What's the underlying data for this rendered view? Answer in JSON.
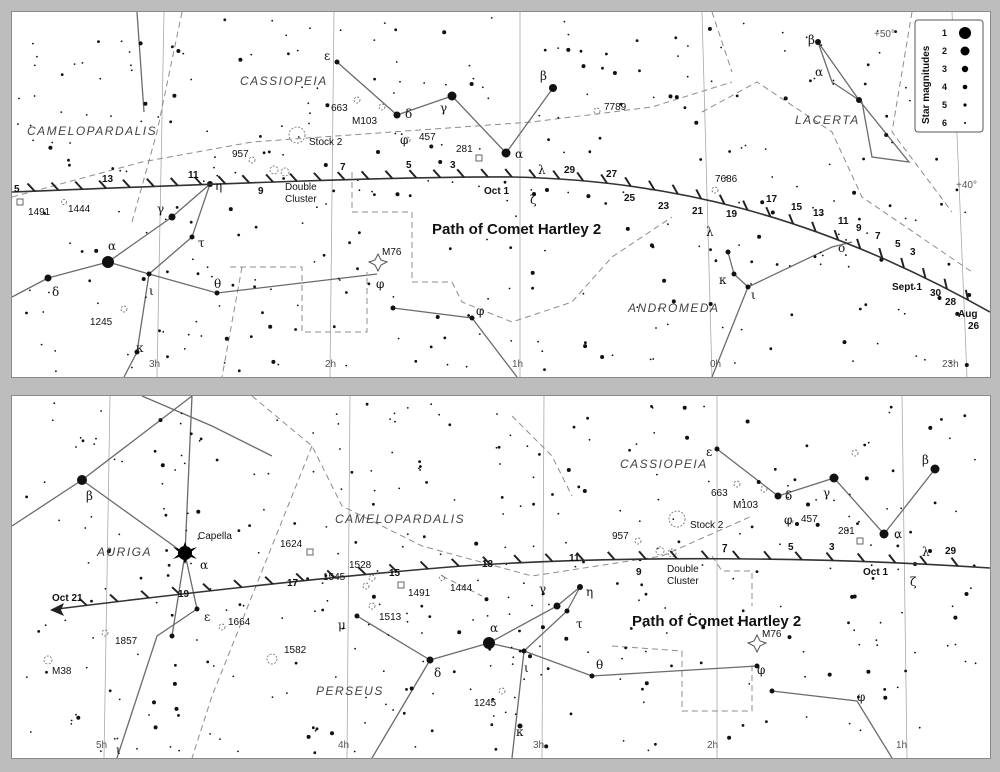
{
  "top_chart": {
    "path_title": "Path of Comet Hartley 2",
    "constellations": [
      "CAMELOPARDALIS",
      "CASSIOPEIA",
      "LACERTA",
      "ANDROMEDA"
    ],
    "ra_labels": [
      "3h",
      "2h",
      "1h",
      "0h",
      "23h"
    ],
    "dec_labels": [
      "+50°",
      "+40°"
    ],
    "dates": [
      "5",
      "13",
      "11",
      "9",
      "7",
      "5",
      "3",
      "Oct 1",
      "29",
      "27",
      "25",
      "23",
      "21",
      "19",
      "17",
      "15",
      "13",
      "11",
      "9",
      "7",
      "5",
      "3",
      "Sept 1",
      "30",
      "28",
      "Aug",
      "26"
    ],
    "objects": [
      "1491",
      "1444",
      "957",
      "Stock 2",
      "663",
      "M103",
      "457",
      "281",
      "7789",
      "7686",
      "Double",
      "Cluster",
      "M76",
      "1245"
    ],
    "stars_greek": [
      "ε",
      "δ",
      "γ",
      "β",
      "α",
      "φ",
      "λ",
      "ζ",
      "η",
      "γ",
      "τ",
      "α",
      "δ",
      "ι",
      "θ",
      "φ",
      "φ",
      "κ",
      "λ",
      "κ",
      "ι",
      "ο",
      "β",
      "α"
    ],
    "legend": {
      "title": "Star magnitudes",
      "magnitudes": [
        "1",
        "2",
        "3",
        "4",
        "5",
        "6"
      ]
    }
  },
  "bottom_chart": {
    "path_title": "Path of Comet Hartley 2",
    "constellations": [
      "AURIGA",
      "CAMELOPARDALIS",
      "CASSIOPEIA",
      "PERSEUS"
    ],
    "ra_labels": [
      "5h",
      "4h",
      "3h",
      "2h",
      "1h"
    ],
    "dates": [
      "Oct 21",
      "19",
      "17",
      "15",
      "13",
      "11",
      "9",
      "7",
      "5",
      "3",
      "Oct 1",
      "29"
    ],
    "objects": [
      "Capella",
      "1624",
      "1528",
      "1545",
      "1491",
      "1513",
      "1444",
      "957",
      "Stock 2",
      "663",
      "M103",
      "457",
      "281",
      "Double",
      "Cluster",
      "M76",
      "1664",
      "1857",
      "1582",
      "M38",
      "1245"
    ],
    "stars_greek": [
      "β",
      "α",
      "ε",
      "ε",
      "δ",
      "γ",
      "β",
      "α",
      "φ",
      "λ",
      "ζ",
      "η",
      "γ",
      "τ",
      "α",
      "δ",
      "ι",
      "θ",
      "φ",
      "φ",
      "μ",
      "κ",
      "ι"
    ]
  }
}
